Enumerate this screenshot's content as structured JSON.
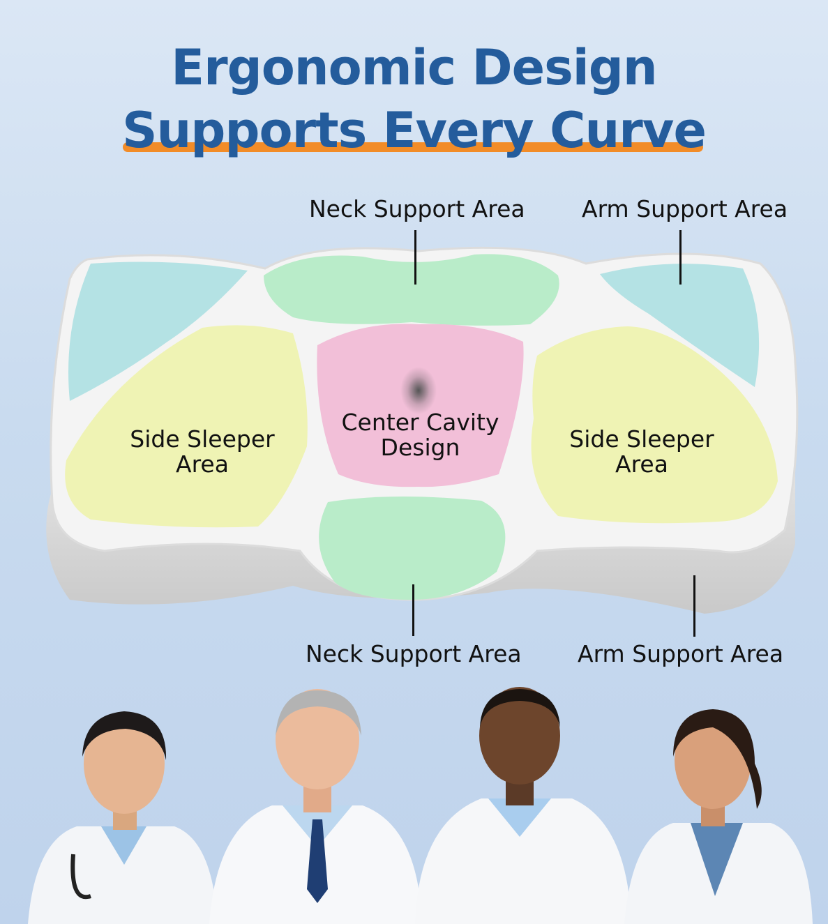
{
  "headline": {
    "line1": "Ergonomic Design",
    "line2": "Supports Every Curve"
  },
  "callouts": {
    "neck_top": "Neck Support Area",
    "arm_top": "Arm Support Area",
    "neck_bottom": "Neck Support Area",
    "arm_bottom": "Arm Support Area"
  },
  "zones": {
    "left_side": {
      "line1": "Side Sleeper",
      "line2": "Area"
    },
    "center": {
      "line1": "Center Cavity",
      "line2": "Design"
    },
    "right_side": {
      "line1": "Side Sleeper",
      "line2": "Area"
    }
  },
  "colors": {
    "headline": "#245c9c",
    "underline": "#f28c28",
    "neck_zone": "#b9ecc9",
    "arm_zone": "#a8dee0",
    "side_zone": "#eff3b4",
    "center_zone": "#f2bfd8",
    "pillow": "#ececec"
  },
  "icons": [
    "doctor-photo",
    "pillow-illustration"
  ]
}
